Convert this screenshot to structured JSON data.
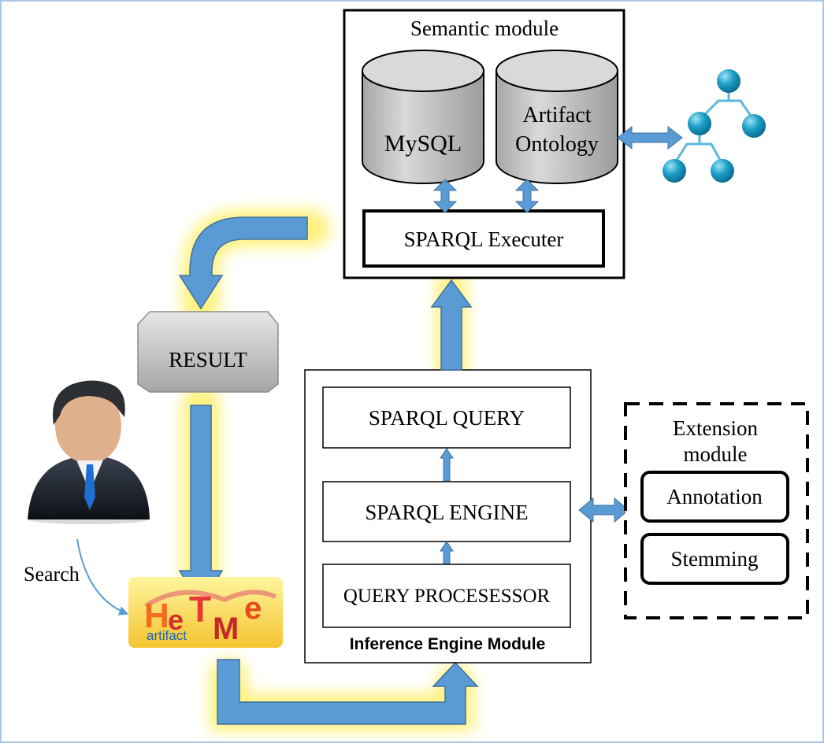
{
  "semantic_module": {
    "title": "Semantic module",
    "mysql_label": "MySQL",
    "ontology_label_line1": "Artifact",
    "ontology_label_line2": "Ontology",
    "sparql_executer": "SPARQL Executer"
  },
  "result_label": "RESULT",
  "inference_module": {
    "title": "Inference Engine Module",
    "sparql_query": "SPARQL QUERY",
    "sparql_engine": "SPARQL ENGINE",
    "query_processor": "QUERY PROCESESSOR"
  },
  "extension_module": {
    "title_line1": "Extension",
    "title_line2": "module",
    "annotation": "Annotation",
    "stemming": "Stemming"
  },
  "search_label": "Search",
  "logo": {
    "text_h": "H",
    "text_e1": "e",
    "text_t": "T",
    "text_m": "M",
    "text_e2": "e",
    "subtext": "artifact"
  },
  "colors": {
    "arrow": "#5b9bd5",
    "arrow_stroke": "#41719c",
    "glow": "#fff176",
    "cylinder": "#bfbfbf",
    "node": "#1ea0c8",
    "frame": "#a9c6e8"
  },
  "icons": [
    "user-avatar-icon",
    "ontology-tree-icon",
    "database-icon"
  ]
}
